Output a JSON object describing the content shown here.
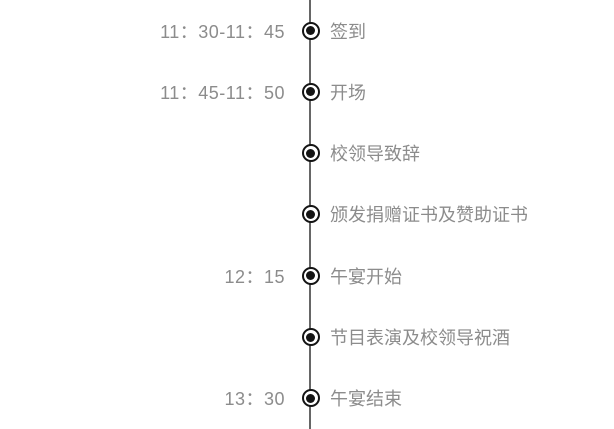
{
  "colors": {
    "background": "#ffffff",
    "line": "#666666",
    "node": "#141414",
    "text": "#8c8c8c"
  },
  "timeline": {
    "items": [
      {
        "time": "11：30-11：45",
        "label": "签到"
      },
      {
        "time": "11：45-11：50",
        "label": "开场"
      },
      {
        "time": "",
        "label": "校领导致辞"
      },
      {
        "time": "",
        "label": "颁发捐赠证书及赞助证书"
      },
      {
        "time": "12：15",
        "label": "午宴开始"
      },
      {
        "time": "",
        "label": "节目表演及校领导祝酒"
      },
      {
        "time": "13：30",
        "label": "午宴结束"
      }
    ]
  }
}
